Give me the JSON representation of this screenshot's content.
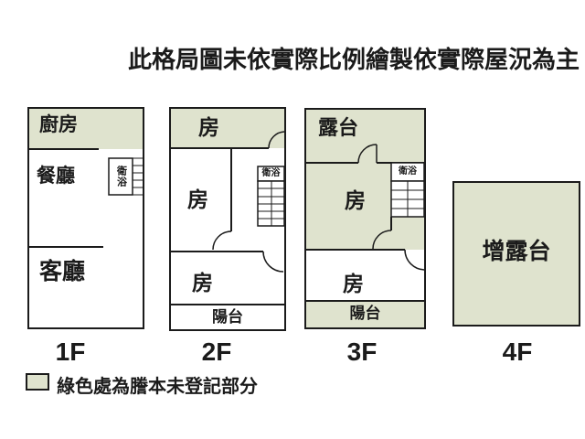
{
  "title": "此格局圖未依實際比例繪製依實際屋況為主",
  "colors": {
    "unregistered_green": "#dfe3ce",
    "wall": "#1b1b1b",
    "background": "#ffffff"
  },
  "floor_1f": {
    "label": "1F",
    "kitchen": "廚房",
    "dining": "餐廳",
    "living": "客廳",
    "bath": "衛浴"
  },
  "floor_2f": {
    "label": "2F",
    "room_top": "房",
    "room_mid": "房",
    "room_low": "房",
    "bath": "衛浴",
    "balcony": "陽台"
  },
  "floor_3f": {
    "label": "3F",
    "terrace": "露台",
    "room_mid": "房",
    "room_low": "房",
    "bath": "衛浴",
    "balcony": "陽台"
  },
  "floor_4f": {
    "label": "4F",
    "terrace": "增露台"
  },
  "legend": {
    "text": "綠色處為謄本未登記部分"
  }
}
